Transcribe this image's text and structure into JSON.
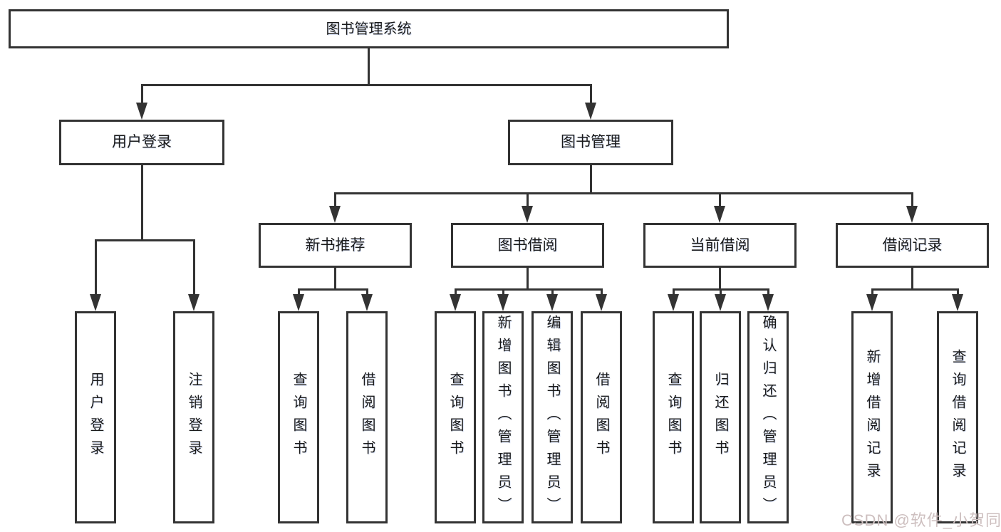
{
  "tree": {
    "root": "图书管理系统",
    "branches": [
      {
        "label": "用户登录",
        "children": [
          "用户登录",
          "注销登录"
        ]
      },
      {
        "label": "图书管理",
        "children": [
          {
            "label": "新书推荐",
            "children": [
              "查询图书",
              "借阅图书"
            ]
          },
          {
            "label": "图书借阅",
            "children": [
              "查询图书",
              "新增图书（管理员）",
              "编辑图书（管理员）",
              "借阅图书"
            ]
          },
          {
            "label": "当前借阅",
            "children": [
              "查询图书",
              "归还图书",
              "确认归还（管理员）"
            ]
          },
          {
            "label": "借阅记录",
            "children": [
              "新增借阅记录",
              "查询借阅记录"
            ]
          }
        ]
      }
    ]
  },
  "watermark": {
    "text": "CSDN @软件_小贺同学"
  },
  "colors": {
    "line": "#333333",
    "text": "#1a1a1a",
    "background": "#ffffff",
    "watermark": "#cdbfbf"
  }
}
